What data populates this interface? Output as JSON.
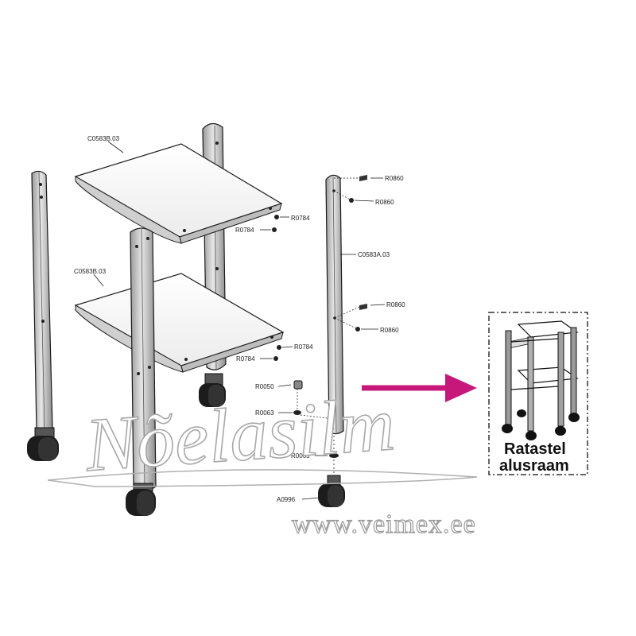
{
  "parts": {
    "shelf_top": "C0583B.03",
    "shelf_bottom": "C0583B.03",
    "leg": "C0583A.03",
    "screw_r0860_1": "R0860",
    "screw_r0860_2": "R0860",
    "screw_r0860_3": "R0860",
    "screw_r0860_4": "R0860",
    "screw_r0784_1": "R0784",
    "screw_r0784_2": "R0784",
    "screw_r0784_3": "R0784",
    "screw_r0784_4": "R0784",
    "nut_r0050": "R0050",
    "washer_r0063_1": "R0063",
    "washer_r0063_2": "R0063",
    "caster_a0996": "A0996"
  },
  "inset": {
    "caption_line1": "Ratastel",
    "caption_line2": "alusraam"
  },
  "watermark": {
    "logo_text": "Nõelasilm",
    "url": "www.veimex.ee"
  },
  "colors": {
    "arrow": "#c8177a",
    "line": "#1a1a1a",
    "metal_light": "#d6d6d6",
    "metal_dark": "#8a8a8a"
  }
}
